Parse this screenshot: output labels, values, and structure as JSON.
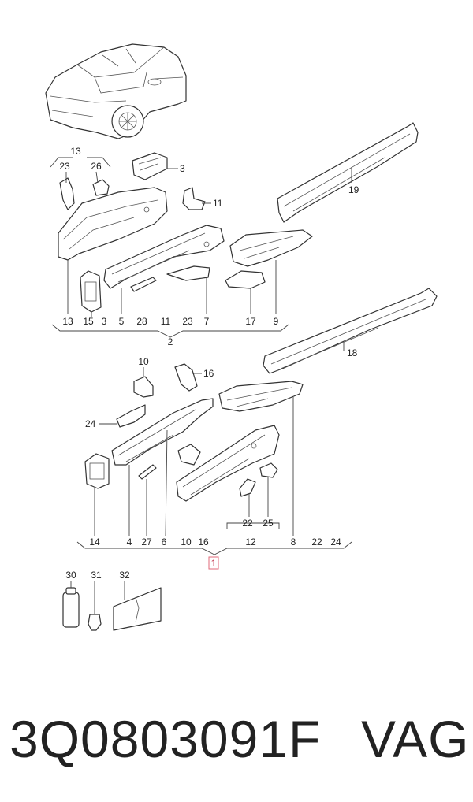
{
  "diagram": {
    "labels": {
      "l13top": "13",
      "l23a": "23",
      "l26": "26",
      "l3a": "3",
      "l11a": "11",
      "l19": "19",
      "r1_13": "13",
      "r1_15": "15",
      "r1_3": "3",
      "r1_5": "5",
      "r1_28": "28",
      "r1_11": "11",
      "r1_23": "23",
      "r1_7": "7",
      "r1_17": "17",
      "r1_9": "9",
      "g2": "2",
      "l18": "18",
      "l10a": "10",
      "l16a": "16",
      "l24a": "24",
      "l22a": "22",
      "l25a": "25",
      "l12": "12",
      "r2_14": "14",
      "r2_4": "4",
      "r2_27": "27",
      "r2_6": "6",
      "r2_10": "10",
      "r2_16": "16",
      "r2_8": "8",
      "r2_22": "22",
      "r2_24": "24",
      "g1": "1",
      "l30": "30",
      "l31": "31",
      "l32": "32"
    },
    "highlight_color": "#e06a7a"
  },
  "footer": {
    "part_number": "3Q0803091F",
    "brand": "VAG"
  }
}
